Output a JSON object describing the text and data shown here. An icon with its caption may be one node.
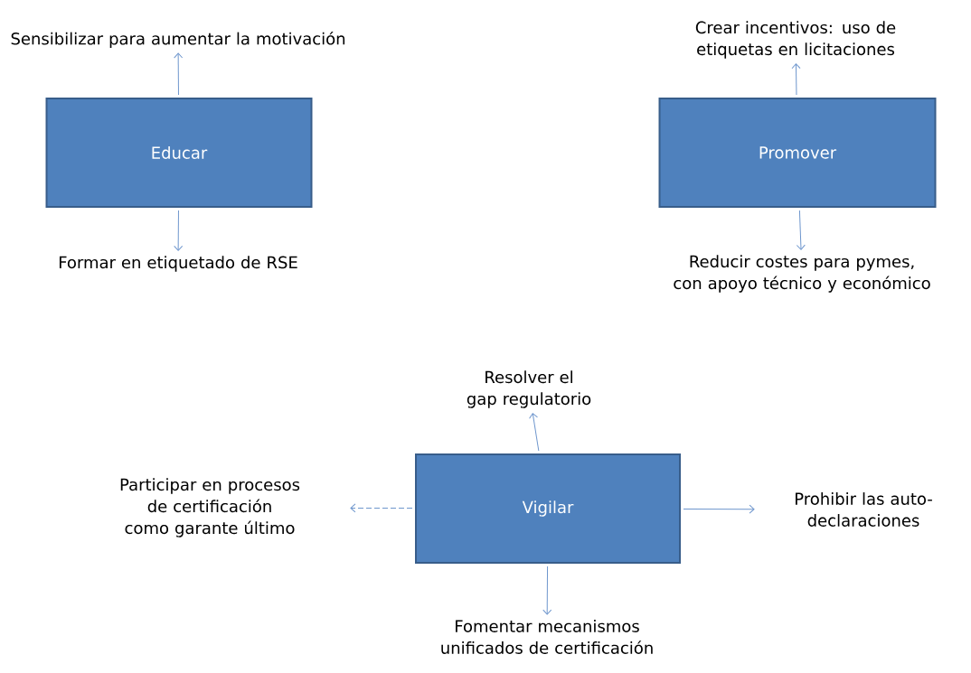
{
  "diagram": {
    "nodes": [
      {
        "text": [
          "Sensibilizar para aumentar la motivación"
        ]
      },
      {
        "text": [
          "Educar"
        ]
      },
      {
        "text": [
          "Formar en etiquetado de RSE"
        ]
      },
      {
        "text": [
          "Crear incentivos: uso de etiquetas en licitaciones"
        ]
      },
      {
        "text": [
          "Promover"
        ]
      },
      {
        "text": [
          "Reducir costes para pymes, con apoyo técnico y económico"
        ]
      },
      {
        "text": [
          "Resolver el gap regulatorio"
        ]
      },
      {
        "text": [
          "Participar en procesos de certificación como garante último"
        ]
      },
      {
        "text": [
          "Vigilar"
        ]
      },
      {
        "text": [
          "Prohibir las auto-declaraciones"
        ]
      },
      {
        "text": [
          "Fomentar mecanismos unificados de certificación"
        ]
      }
    ],
    "edges": [
      {
        "from": 1,
        "to": 0,
        "arrow": "to"
      },
      {
        "from": 1,
        "to": 2,
        "arrow": "to"
      },
      {
        "from": 4,
        "to": 3,
        "arrow": "to"
      },
      {
        "from": 4,
        "to": 5,
        "arrow": "to"
      },
      {
        "from": 8,
        "to": 6,
        "arrow": "to"
      },
      {
        "from": 8,
        "to": 7,
        "arrow": "to",
        "style": "dashed"
      },
      {
        "from": 8,
        "to": 9,
        "arrow": "to"
      },
      {
        "from": 8,
        "to": 10,
        "arrow": "to"
      }
    ]
  }
}
